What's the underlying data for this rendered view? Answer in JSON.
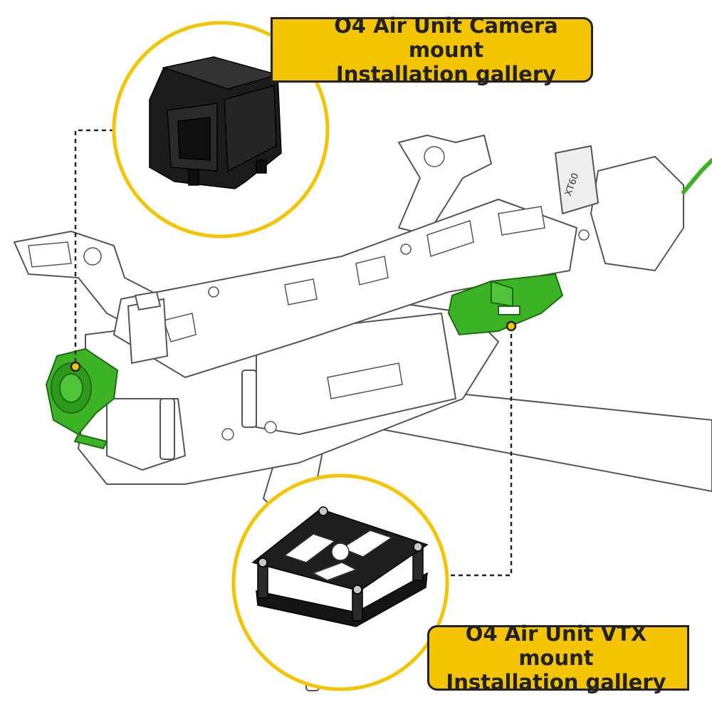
{
  "callouts": {
    "camera_mount": {
      "line1": "O4 Air Unit Camera mount",
      "line2": "Installation gallery"
    },
    "vtx_mount": {
      "line1": "O4 Air Unit VTX mount",
      "line2": "Installation gallery"
    }
  },
  "connector_label": "XT60",
  "colors": {
    "accent_yellow": "#f5c400",
    "highlight_green": "#3cb325",
    "frame_outline": "#555555",
    "part_black": "#1c1c1c"
  }
}
